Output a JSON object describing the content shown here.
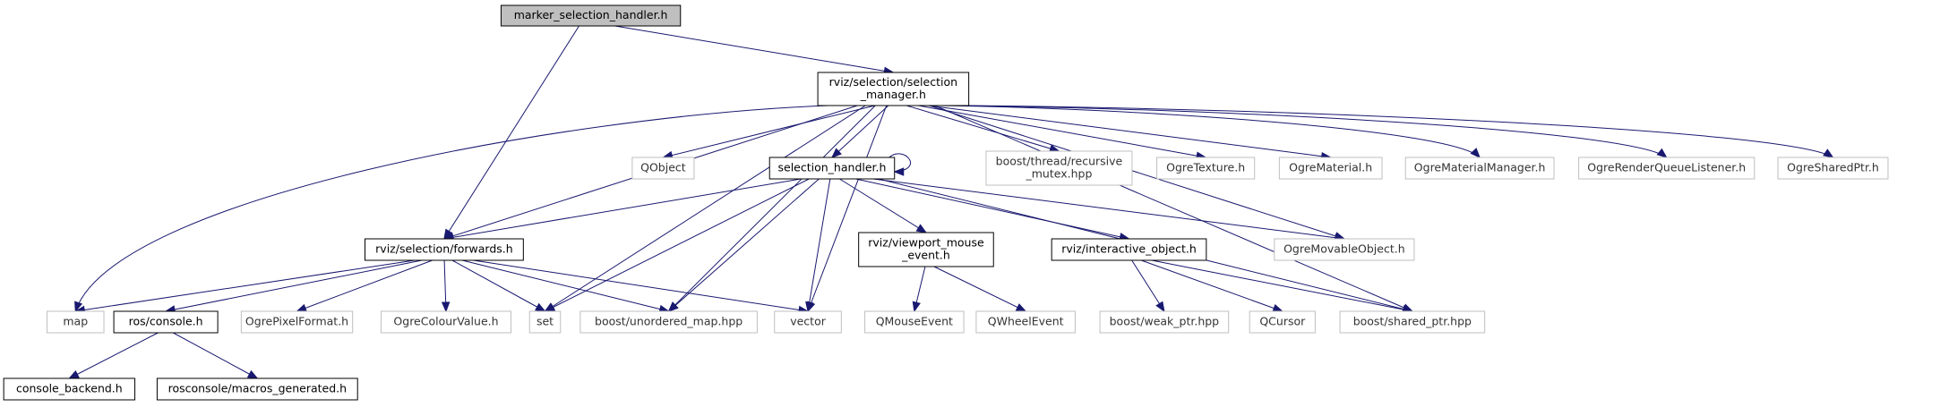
{
  "colors": {
    "edge": "#191970",
    "root_fill": "#bfbfbf",
    "root_stroke": "#000000",
    "internal_stroke": "#000000",
    "external_stroke": "#bfbfbf",
    "text": "#000000"
  },
  "nodes": [
    {
      "id": "marker_selection_handler",
      "lines": [
        "marker_selection_handler.h"
      ],
      "kind": "root"
    },
    {
      "id": "selection_manager",
      "lines": [
        "rviz/selection/selection",
        "_manager.h"
      ],
      "kind": "internal"
    },
    {
      "id": "qobject",
      "lines": [
        "QObject"
      ],
      "kind": "external"
    },
    {
      "id": "selection_handler",
      "lines": [
        "selection_handler.h"
      ],
      "kind": "internal"
    },
    {
      "id": "boost_recursive_mutex",
      "lines": [
        "boost/thread/recursive",
        "_mutex.hpp"
      ],
      "kind": "external"
    },
    {
      "id": "ogre_texture",
      "lines": [
        "OgreTexture.h"
      ],
      "kind": "external"
    },
    {
      "id": "ogre_material",
      "lines": [
        "OgreMaterial.h"
      ],
      "kind": "external"
    },
    {
      "id": "ogre_material_manager",
      "lines": [
        "OgreMaterialManager.h"
      ],
      "kind": "external"
    },
    {
      "id": "ogre_render_queue_listener",
      "lines": [
        "OgreRenderQueueListener.h"
      ],
      "kind": "external"
    },
    {
      "id": "ogre_shared_ptr",
      "lines": [
        "OgreSharedPtr.h"
      ],
      "kind": "external"
    },
    {
      "id": "forwards",
      "lines": [
        "rviz/selection/forwards.h"
      ],
      "kind": "internal"
    },
    {
      "id": "viewport_mouse_event",
      "lines": [
        "rviz/viewport_mouse",
        "_event.h"
      ],
      "kind": "internal"
    },
    {
      "id": "interactive_object",
      "lines": [
        "rviz/interactive_object.h"
      ],
      "kind": "internal"
    },
    {
      "id": "ogre_movable_object",
      "lines": [
        "OgreMovableObject.h"
      ],
      "kind": "external"
    },
    {
      "id": "map",
      "lines": [
        "map"
      ],
      "kind": "external"
    },
    {
      "id": "ros_console",
      "lines": [
        "ros/console.h"
      ],
      "kind": "internal"
    },
    {
      "id": "ogre_pixel_format",
      "lines": [
        "OgrePixelFormat.h"
      ],
      "kind": "external"
    },
    {
      "id": "ogre_colour_value",
      "lines": [
        "OgreColourValue.h"
      ],
      "kind": "external"
    },
    {
      "id": "set",
      "lines": [
        "set"
      ],
      "kind": "external"
    },
    {
      "id": "boost_unordered_map",
      "lines": [
        "boost/unordered_map.hpp"
      ],
      "kind": "external"
    },
    {
      "id": "vector",
      "lines": [
        "vector"
      ],
      "kind": "external"
    },
    {
      "id": "qmouse_event",
      "lines": [
        "QMouseEvent"
      ],
      "kind": "external"
    },
    {
      "id": "qwheel_event",
      "lines": [
        "QWheelEvent"
      ],
      "kind": "external"
    },
    {
      "id": "boost_weak_ptr",
      "lines": [
        "boost/weak_ptr.hpp"
      ],
      "kind": "external"
    },
    {
      "id": "qcursor",
      "lines": [
        "QCursor"
      ],
      "kind": "external"
    },
    {
      "id": "boost_shared_ptr",
      "lines": [
        "boost/shared_ptr.hpp"
      ],
      "kind": "external"
    },
    {
      "id": "console_backend",
      "lines": [
        "console_backend.h"
      ],
      "kind": "internal"
    },
    {
      "id": "macros_generated",
      "lines": [
        "rosconsole/macros_generated.h"
      ],
      "kind": "internal"
    }
  ],
  "edges": [
    [
      "marker_selection_handler",
      "selection_manager"
    ],
    [
      "marker_selection_handler",
      "forwards"
    ],
    [
      "selection_manager",
      "qobject"
    ],
    [
      "selection_manager",
      "selection_handler"
    ],
    [
      "selection_manager",
      "boost_recursive_mutex"
    ],
    [
      "selection_manager",
      "ogre_texture"
    ],
    [
      "selection_manager",
      "ogre_material"
    ],
    [
      "selection_manager",
      "ogre_material_manager"
    ],
    [
      "selection_manager",
      "ogre_render_queue_listener"
    ],
    [
      "selection_manager",
      "ogre_shared_ptr"
    ],
    [
      "selection_manager",
      "forwards"
    ],
    [
      "selection_manager",
      "map"
    ],
    [
      "selection_manager",
      "set"
    ],
    [
      "selection_manager",
      "boost_unordered_map"
    ],
    [
      "selection_manager",
      "vector"
    ],
    [
      "selection_manager",
      "ogre_movable_object"
    ],
    [
      "selection_manager",
      "boost_shared_ptr"
    ],
    [
      "selection_handler",
      "selection_handler"
    ],
    [
      "selection_handler",
      "forwards"
    ],
    [
      "selection_handler",
      "viewport_mouse_event"
    ],
    [
      "selection_handler",
      "interactive_object"
    ],
    [
      "selection_handler",
      "ogre_movable_object"
    ],
    [
      "selection_handler",
      "set"
    ],
    [
      "selection_handler",
      "boost_unordered_map"
    ],
    [
      "selection_handler",
      "vector"
    ],
    [
      "selection_handler",
      "boost_shared_ptr"
    ],
    [
      "forwards",
      "map"
    ],
    [
      "forwards",
      "ros_console"
    ],
    [
      "forwards",
      "ogre_pixel_format"
    ],
    [
      "forwards",
      "ogre_colour_value"
    ],
    [
      "forwards",
      "set"
    ],
    [
      "forwards",
      "boost_unordered_map"
    ],
    [
      "forwards",
      "vector"
    ],
    [
      "viewport_mouse_event",
      "qmouse_event"
    ],
    [
      "viewport_mouse_event",
      "qwheel_event"
    ],
    [
      "interactive_object",
      "boost_weak_ptr"
    ],
    [
      "interactive_object",
      "qcursor"
    ],
    [
      "interactive_object",
      "boost_shared_ptr"
    ],
    [
      "ros_console",
      "console_backend"
    ],
    [
      "ros_console",
      "macros_generated"
    ]
  ]
}
